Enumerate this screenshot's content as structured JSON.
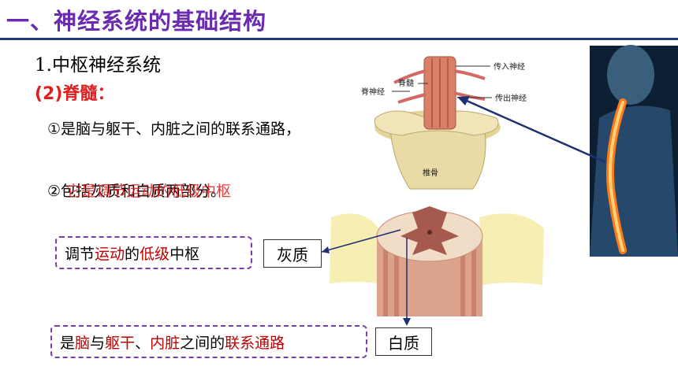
{
  "header": {
    "title": "一、神经系统的基础结构"
  },
  "content": {
    "heading1": "1.中枢神经系统",
    "heading2": "(2)脊髓：",
    "point1": "①是脑与躯干、内脏之间的联系通路，",
    "point2": "②包括灰质和白质两部分。",
    "overlap_text": "它是调节运动的低级中枢"
  },
  "boxes": {
    "gray_desc": {
      "p1": "调节",
      "p2": "运动",
      "p3": "的",
      "p4": "低级",
      "p5": "中枢"
    },
    "gray_term": "灰质",
    "white_desc": {
      "p1": "是",
      "p2": "脑",
      "p3": "与",
      "p4": "躯干",
      "p5": "、",
      "p6": "内脏",
      "p7": "之间的",
      "p8": "联系通路"
    },
    "white_term": "白质"
  },
  "figure_labels": {
    "afferent": "传入神经",
    "spinal_cord": "脊髓",
    "spinal_nerve": "脊神经",
    "efferent": "传出神经",
    "vertebra": "椎骨"
  },
  "colors": {
    "title": "#6a2bb0",
    "accent_red": "#c00000",
    "rule": "#1f3b7a",
    "dashed_border": "#7a3fae"
  }
}
